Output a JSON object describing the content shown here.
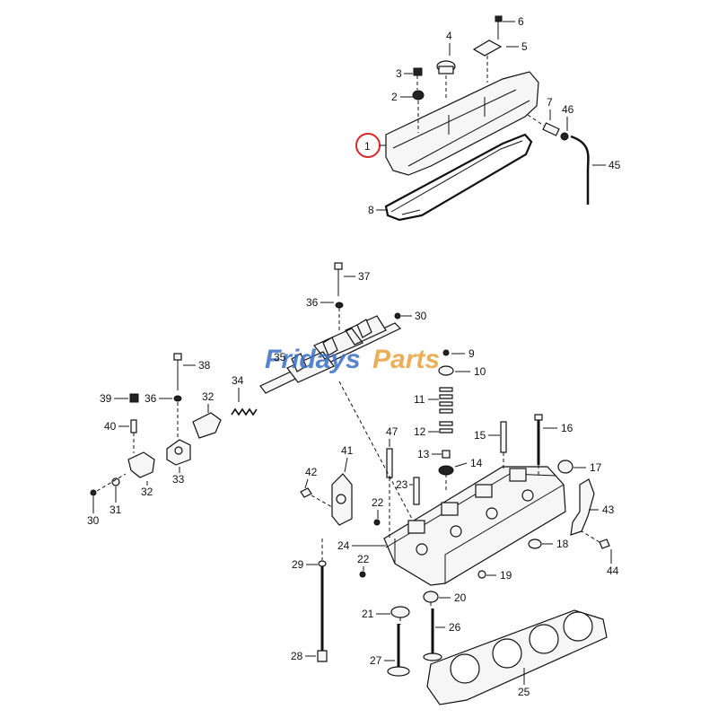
{
  "watermark": {
    "text_a": "Fridays",
    "text_b": "Parts",
    "color_a": "#3a6fc4",
    "color_b": "#e8a23a"
  },
  "highlight": {
    "label": "1",
    "color": "#d9262b"
  },
  "callouts": {
    "c1": "1",
    "c2": "2",
    "c3": "3",
    "c4": "4",
    "c5": "5",
    "c6": "6",
    "c7": "7",
    "c8": "8",
    "c9": "9",
    "c10": "10",
    "c11": "11",
    "c12": "12",
    "c13": "13",
    "c14": "14",
    "c15": "15",
    "c16": "16",
    "c17": "17",
    "c18": "18",
    "c19": "19",
    "c20": "20",
    "c21": "21",
    "c22a": "22",
    "c22b": "22",
    "c23": "23",
    "c24": "24",
    "c25": "25",
    "c26": "26",
    "c27": "27",
    "c28": "28",
    "c29": "29",
    "c30a": "30",
    "c30b": "30",
    "c31": "31",
    "c32a": "32",
    "c32b": "32",
    "c33": "33",
    "c34": "34",
    "c35": "35",
    "c36a": "36",
    "c36b": "36",
    "c37": "37",
    "c38": "38",
    "c39": "39",
    "c40": "40",
    "c41": "41",
    "c42": "42",
    "c43": "43",
    "c44": "44",
    "c45": "45",
    "c46": "46",
    "c47": "47"
  }
}
